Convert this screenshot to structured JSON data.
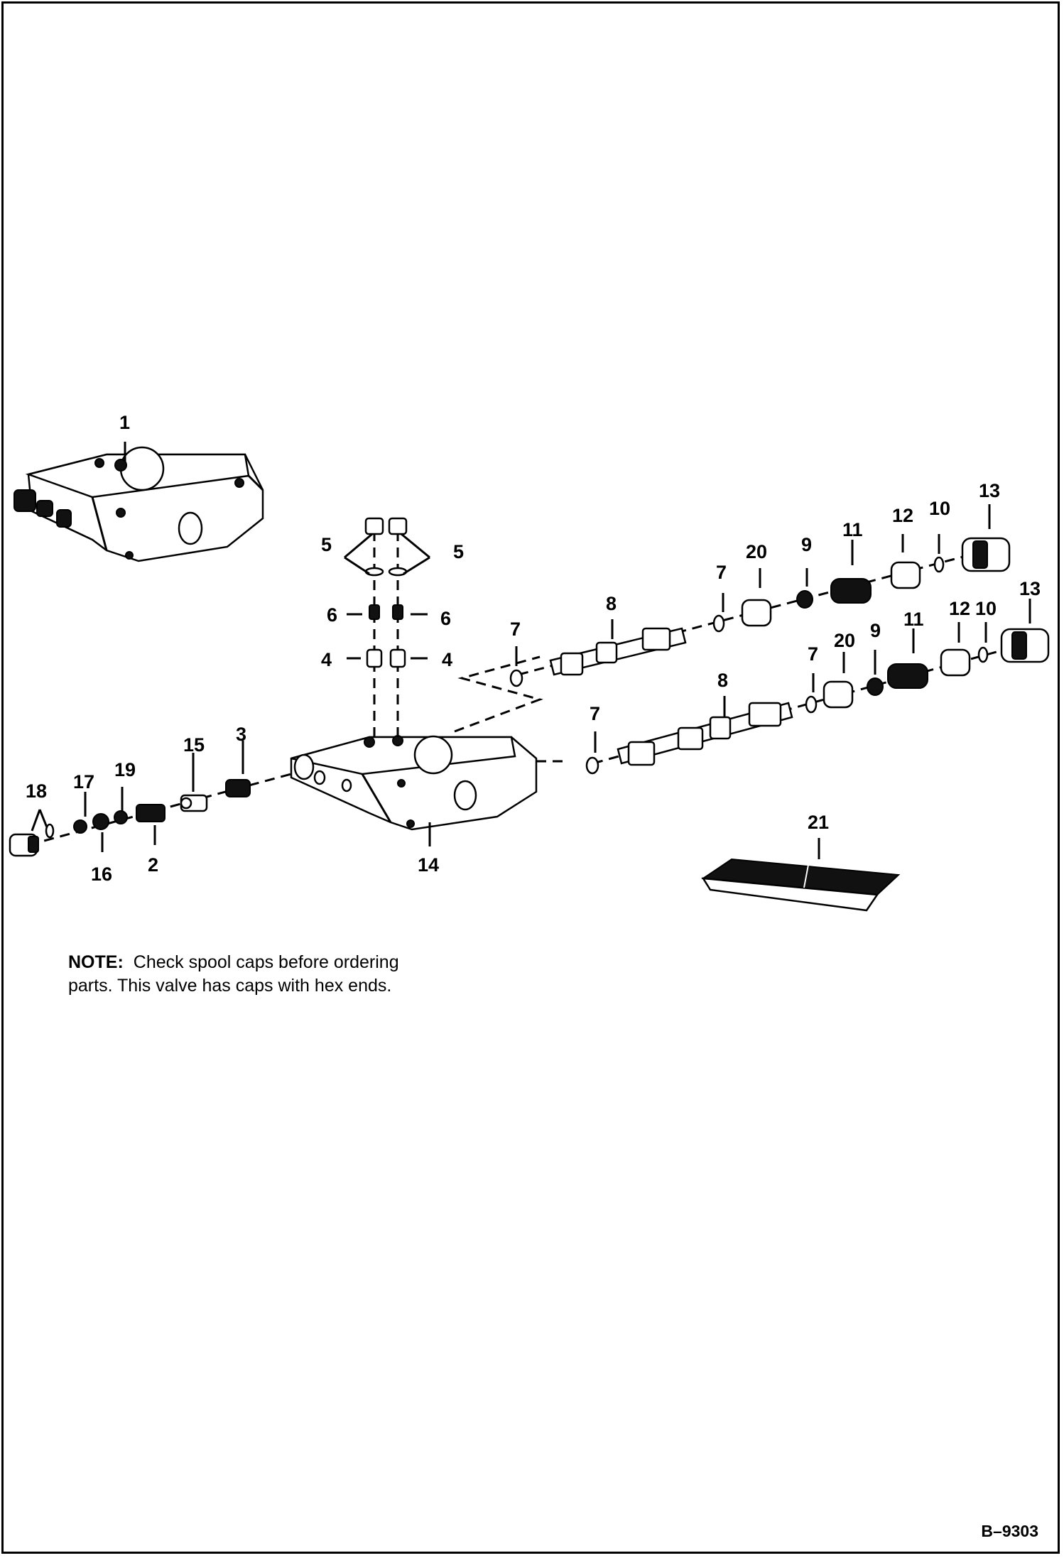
{
  "callouts": [
    "1",
    "2",
    "3",
    "4",
    "4",
    "5",
    "5",
    "6",
    "6",
    "7",
    "7",
    "7",
    "7",
    "8",
    "8",
    "9",
    "9",
    "10",
    "10",
    "11",
    "11",
    "12",
    "12",
    "13",
    "13",
    "14",
    "15",
    "16",
    "17",
    "18",
    "19",
    "20",
    "20",
    "21"
  ],
  "note": {
    "label": "NOTE:",
    "line1": "Check spool caps before ordering",
    "line2": "parts. This valve has caps with hex ends."
  },
  "reference_code": "B–9303"
}
